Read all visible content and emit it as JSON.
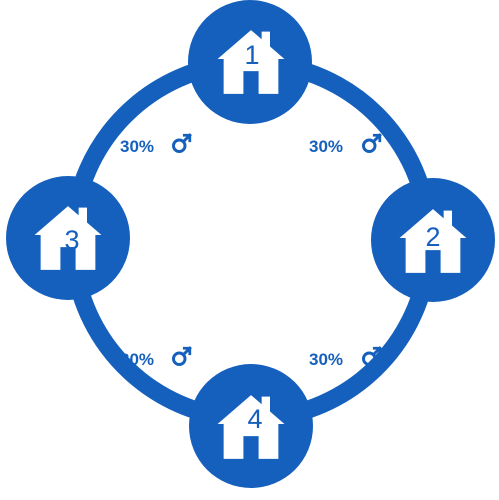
{
  "colors": {
    "primary": "#1560BD",
    "number_text": "#1560BD",
    "house_fill": "#ffffff",
    "background": "#ffffff"
  },
  "nodes": [
    {
      "number": "1",
      "icon": "house-icon"
    },
    {
      "number": "2",
      "icon": "house-icon"
    },
    {
      "number": "3",
      "icon": "house-icon"
    },
    {
      "number": "4",
      "icon": "house-icon"
    }
  ],
  "links": [
    {
      "value": "30%",
      "icon": "male-symbol-icon"
    },
    {
      "value": "30%",
      "icon": "male-symbol-icon"
    },
    {
      "value": "30%",
      "icon": "male-symbol-icon"
    },
    {
      "value": "30%",
      "icon": "male-symbol-icon"
    }
  ]
}
